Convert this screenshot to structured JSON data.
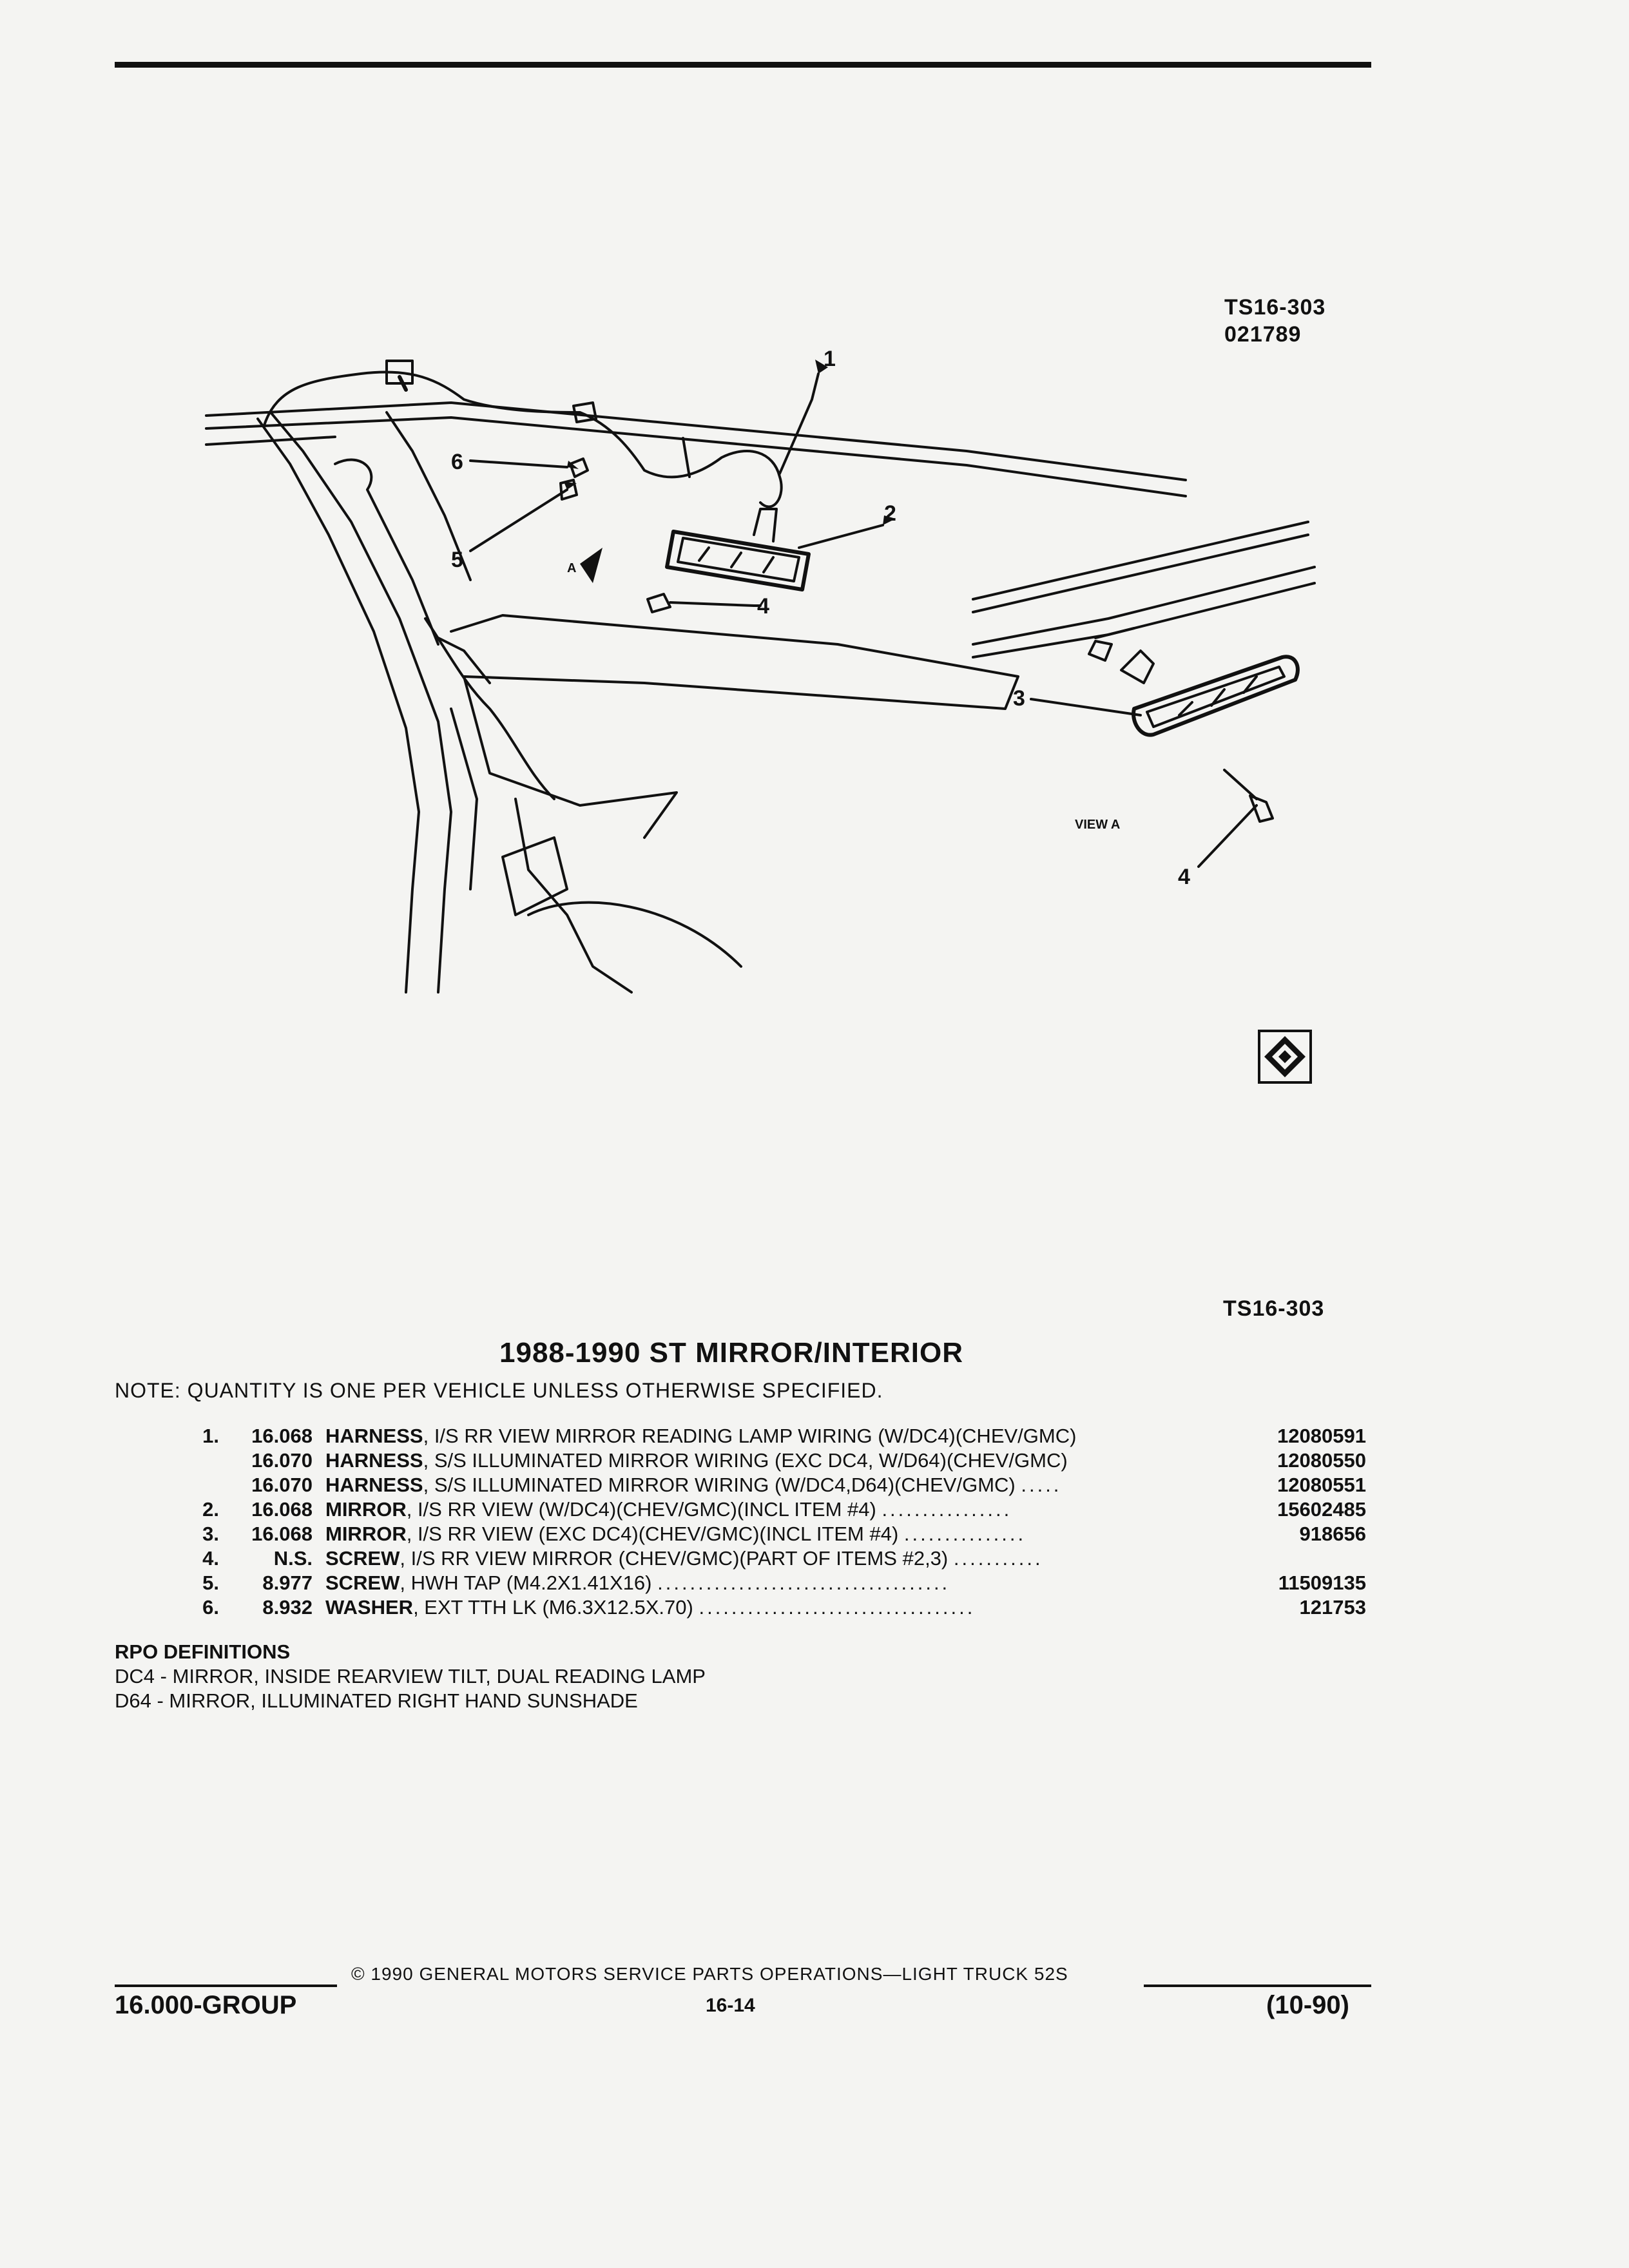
{
  "header": {
    "code_top": "TS16-303",
    "date_code": "021789",
    "code_bottom": "TS16-303"
  },
  "diagram": {
    "callouts": [
      "1",
      "2",
      "3",
      "4",
      "4",
      "5",
      "6"
    ],
    "arrow_label": "A",
    "view_label": "VIEW A"
  },
  "catalog": {
    "title": "1988-1990 ST MIRROR/INTERIOR",
    "note": "NOTE: QUANTITY IS ONE PER VEHICLE UNLESS OTHERWISE SPECIFIED.",
    "parts": [
      {
        "item": "1.",
        "group": "16.068",
        "name": "HARNESS",
        "desc": ", I/S RR VIEW MIRROR READING LAMP WIRING (W/DC4)(CHEV/GMC)",
        "dots": "",
        "pn": "12080591"
      },
      {
        "item": "",
        "group": "16.070",
        "name": "HARNESS",
        "desc": ", S/S ILLUMINATED MIRROR WIRING (EXC DC4, W/D64)(CHEV/GMC)",
        "dots": "",
        "pn": "12080550"
      },
      {
        "item": "",
        "group": "16.070",
        "name": "HARNESS",
        "desc": ", S/S ILLUMINATED MIRROR WIRING (W/DC4,D64)(CHEV/GMC)",
        "dots": ".....",
        "pn": "12080551"
      },
      {
        "item": "2.",
        "group": "16.068",
        "name": "MIRROR",
        "desc": ", I/S RR VIEW (W/DC4)(CHEV/GMC)(INCL ITEM #4)",
        "dots": "................",
        "pn": "15602485"
      },
      {
        "item": "3.",
        "group": "16.068",
        "name": "MIRROR",
        "desc": ", I/S RR VIEW (EXC DC4)(CHEV/GMC)(INCL ITEM #4)",
        "dots": "...............",
        "pn": "918656"
      },
      {
        "item": "4.",
        "group": "N.S.",
        "name": "SCREW",
        "desc": ", I/S RR VIEW MIRROR (CHEV/GMC)(PART OF ITEMS #2,3)",
        "dots": "...........",
        "pn": ""
      },
      {
        "item": "5.",
        "group": "8.977",
        "name": "SCREW",
        "desc": ", HWH TAP (M4.2X1.41X16)",
        "dots": "....................................",
        "pn": "11509135"
      },
      {
        "item": "6.",
        "group": "8.932",
        "name": "WASHER",
        "desc": ", EXT TTH LK (M6.3X12.5X.70)",
        "dots": "..................................",
        "pn": "121753"
      }
    ],
    "rpo_heading": "RPO DEFINITIONS",
    "rpo": [
      "DC4 - MIRROR, INSIDE REARVIEW TILT, DUAL READING LAMP",
      "D64 - MIRROR, ILLUMINATED RIGHT HAND SUNSHADE"
    ]
  },
  "footer": {
    "group": "16.000-GROUP",
    "copyright": "© 1990 GENERAL MOTORS SERVICE PARTS OPERATIONS—LIGHT TRUCK 52S",
    "page": "16-14",
    "date": "(10-90)"
  }
}
